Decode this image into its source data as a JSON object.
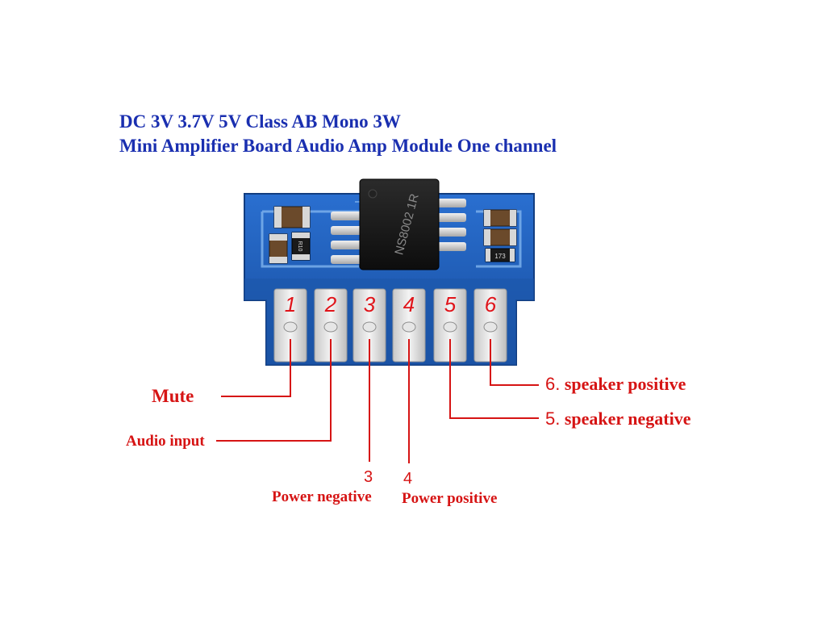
{
  "title": {
    "line1": "DC 3V 3.7V 5V Class AB Mono 3W",
    "line2": "Mini Amplifier Board Audio Amp Module One channel"
  },
  "chip": {
    "marking": "NS8002 1R"
  },
  "pins": [
    "1",
    "2",
    "3",
    "4",
    "5",
    "6"
  ],
  "labels": {
    "mute": "Mute",
    "audio_input": "Audio input",
    "power_negative_number": "3",
    "power_negative": "Power negative",
    "power_positive_number": "4",
    "power_positive": "Power positive",
    "speaker_positive_number": "6.",
    "speaker_positive": "speaker positive",
    "speaker_negative_number": "5.",
    "speaker_negative": "speaker negative"
  },
  "components": {
    "resistor_left": "R10",
    "resistor_right": "173"
  },
  "colors": {
    "title": "#1a2fb0",
    "labels": "#d61414",
    "pcb": "#1f5fb8"
  }
}
